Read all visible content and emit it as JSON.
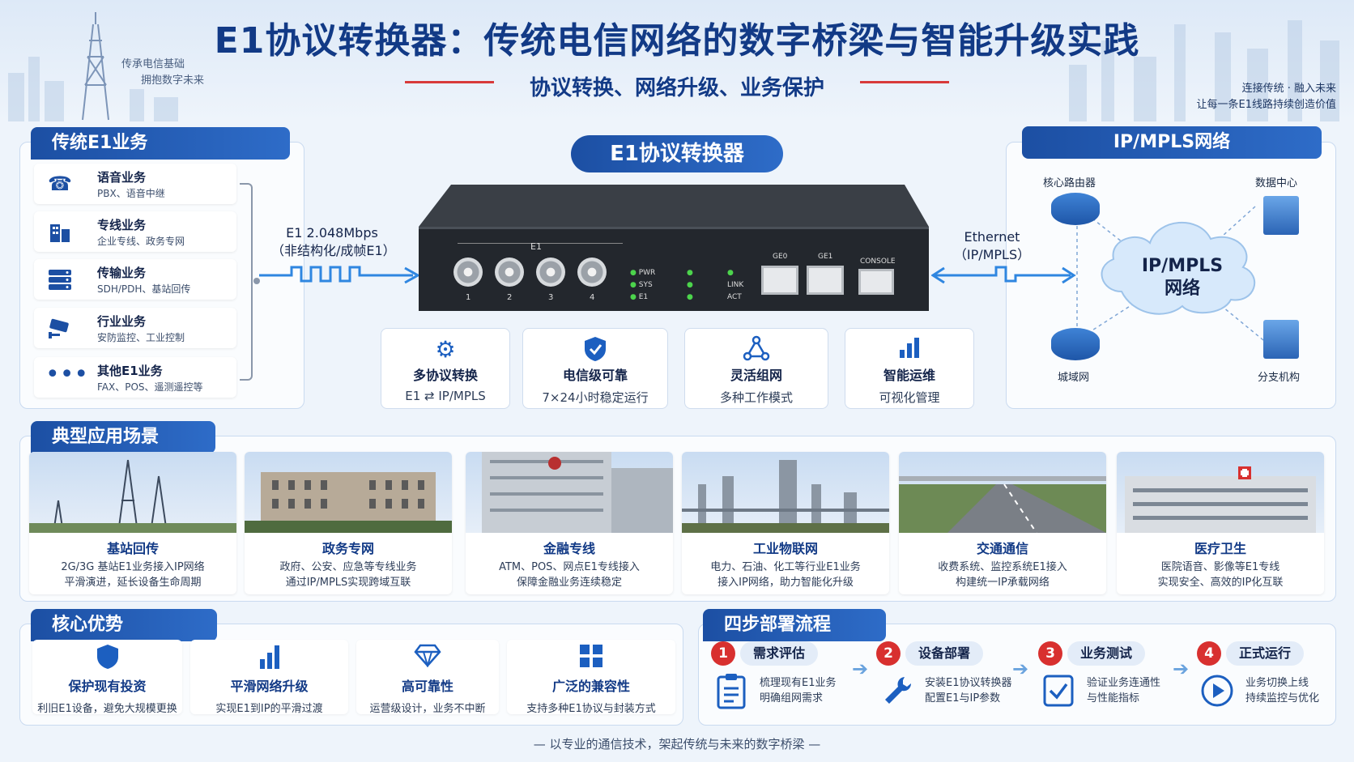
{
  "header": {
    "title": "E1协议转换器：传统电信网络的数字桥梁与智能升级实践",
    "subtitle": "协议转换、网络升级、业务保护",
    "slogan_left_1": "传承电信基础",
    "slogan_left_2": "拥抱数字未来",
    "slogan_right_1": "连接传统 · 融入未来",
    "slogan_right_2": "让每一条E1线路持续创造价值"
  },
  "legacy": {
    "title": "传统E1业务",
    "items": [
      {
        "name": "语音业务",
        "desc": "PBX、语音中继",
        "icon": "phone-icon"
      },
      {
        "name": "专线业务",
        "desc": "企业专线、政务专网",
        "icon": "building-icon"
      },
      {
        "name": "传输业务",
        "desc": "SDH/PDH、基站回传",
        "icon": "server-icon"
      },
      {
        "name": "行业业务",
        "desc": "安防监控、工业控制",
        "icon": "camera-icon"
      },
      {
        "name": "其他E1业务",
        "desc": "FAX、POS、遥测遥控等",
        "icon": "more-icon"
      }
    ],
    "link_label_1": "E1  2.048Mbps",
    "link_label_2": "（非结构化/成帧E1）"
  },
  "device": {
    "title": "E1协议转换器",
    "port_group": "E1",
    "ports": [
      "1",
      "2",
      "3",
      "4"
    ],
    "leds": [
      "PWR",
      "SYS",
      "E1"
    ],
    "link_labels": [
      "LINK",
      "ACT"
    ],
    "eth_ports": [
      "GE0",
      "GE1",
      "CONSOLE"
    ]
  },
  "features": [
    {
      "title": "多协议转换",
      "desc": "E1  ⇄  IP/MPLS",
      "icon": "gear-icon"
    },
    {
      "title": "电信级可靠",
      "desc": "7×24小时稳定运行",
      "icon": "shield-icon"
    },
    {
      "title": "灵活组网",
      "desc": "多种工作模式",
      "icon": "network-icon"
    },
    {
      "title": "智能运维",
      "desc": "可视化管理",
      "icon": "bar-chart-icon"
    }
  ],
  "network": {
    "title": "IP/MPLS网络",
    "link_label_1": "Ethernet",
    "link_label_2": "（IP/MPLS）",
    "cloud_1": "IP/MPLS",
    "cloud_2": "网络",
    "nodes": [
      "核心路由器",
      "数据中心",
      "城域网",
      "分支机构"
    ]
  },
  "scenarios": {
    "title": "典型应用场景",
    "items": [
      {
        "title": "基站回传",
        "desc1": "2G/3G 基站E1业务接入IP网络",
        "desc2": "平滑演进，延长设备生命周期"
      },
      {
        "title": "政务专网",
        "desc1": "政府、公安、应急等专线业务",
        "desc2": "通过IP/MPLS实现跨域互联"
      },
      {
        "title": "金融专线",
        "desc1": "ATM、POS、网点E1专线接入",
        "desc2": "保障金融业务连续稳定"
      },
      {
        "title": "工业物联网",
        "desc1": "电力、石油、化工等行业E1业务",
        "desc2": "接入IP网络，助力智能化升级"
      },
      {
        "title": "交通通信",
        "desc1": "收费系统、监控系统E1接入",
        "desc2": "构建统一IP承载网络"
      },
      {
        "title": "医疗卫生",
        "desc1": "医院语音、影像等E1专线",
        "desc2": "实现安全、高效的IP化互联"
      }
    ]
  },
  "advantages": {
    "title": "核心优势",
    "items": [
      {
        "title": "保护现有投资",
        "desc": "利旧E1设备，避免大规模更换",
        "icon": "shield-icon"
      },
      {
        "title": "平滑网络升级",
        "desc": "实现E1到IP的平滑过渡",
        "icon": "bar-chart-icon"
      },
      {
        "title": "高可靠性",
        "desc": "运营级设计，业务不中断",
        "icon": "diamond-icon"
      },
      {
        "title": "广泛的兼容性",
        "desc": "支持多种E1协议与封装方式",
        "icon": "grid-icon"
      }
    ]
  },
  "deploy": {
    "title": "四步部署流程",
    "steps": [
      {
        "num": "1",
        "title": "需求评估",
        "desc1": "梳理现有E1业务",
        "desc2": "明确组网需求"
      },
      {
        "num": "2",
        "title": "设备部署",
        "desc1": "安装E1协议转换器",
        "desc2": "配置E1与IP参数"
      },
      {
        "num": "3",
        "title": "业务测试",
        "desc1": "验证业务连通性",
        "desc2": "与性能指标"
      },
      {
        "num": "4",
        "title": "正式运行",
        "desc1": "业务切换上线",
        "desc2": "持续监控与优化"
      }
    ]
  },
  "footer": "— 以专业的通信技术，架起传统与未来的数字桥梁 —",
  "colors": {
    "brand": "#1c4fa3",
    "accent": "#d8302f",
    "panel": "#ffffff"
  }
}
